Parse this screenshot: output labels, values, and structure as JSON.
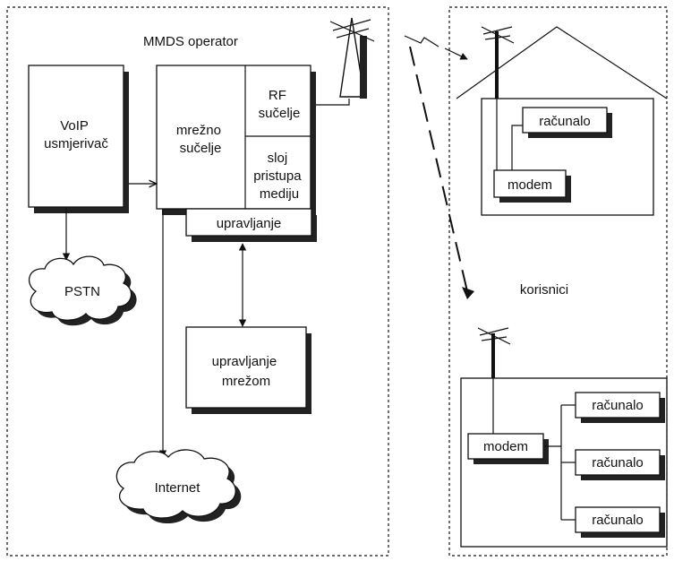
{
  "operator": {
    "title": "MMDS operator",
    "voip_router": [
      "VoIP",
      "usmjerivač"
    ],
    "network_interface": [
      "mrežno",
      "sučelje"
    ],
    "rf_interface": [
      "RF",
      "sučelje"
    ],
    "mac_layer": [
      "sloj",
      "pristupa",
      "mediju"
    ],
    "management": "upravljanje",
    "network_management": [
      "upravljanje",
      "mrežom"
    ],
    "pstn": "PSTN",
    "internet": "Internet"
  },
  "users": {
    "label": "korisnici",
    "house": {
      "computer": "računalo",
      "modem": "modem"
    },
    "office": {
      "modem": "modem",
      "computers": [
        "računalo",
        "računalo",
        "računalo"
      ]
    }
  }
}
